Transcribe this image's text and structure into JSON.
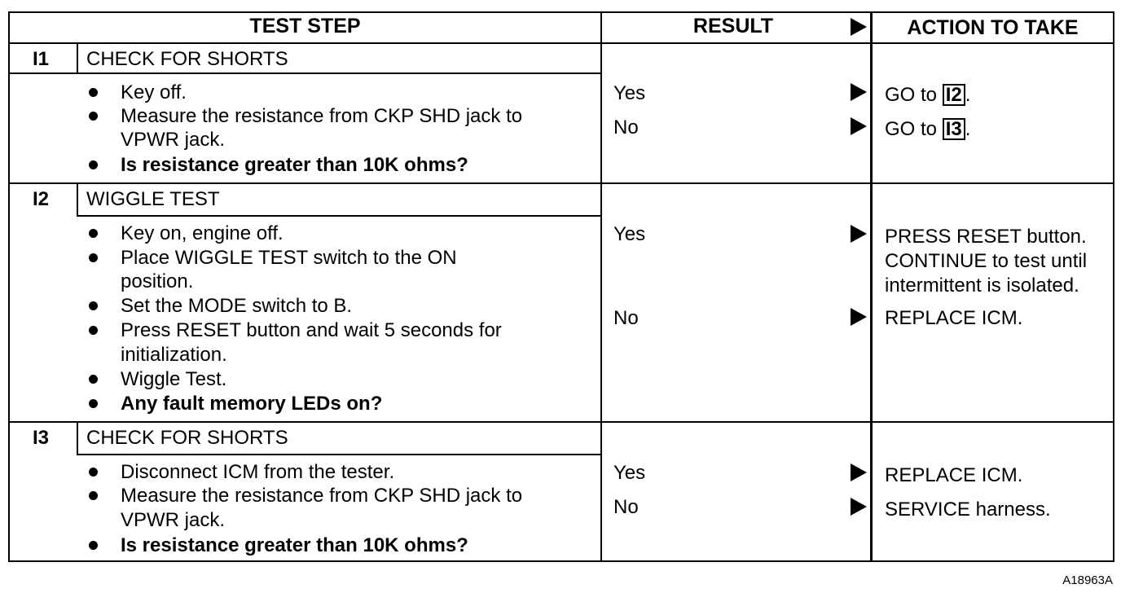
{
  "header": {
    "test_step": "TEST STEP",
    "result": "RESULT",
    "action": "ACTION TO TAKE"
  },
  "steps": [
    {
      "id": "I1",
      "title": "CHECK FOR SHORTS",
      "bullets": [
        "Key off.",
        "Measure the resistance from CKP SHD jack to",
        "VPWR jack.",
        "Is resistance greater than 10K ohms?"
      ],
      "results": [
        "Yes",
        "No"
      ],
      "actions": [
        {
          "prefix": "GO to ",
          "ref": "I2",
          "suffix": "."
        },
        {
          "prefix": "GO to ",
          "ref": "I3",
          "suffix": "."
        }
      ]
    },
    {
      "id": "I2",
      "title": "WIGGLE TEST",
      "bullets": [
        "Key on, engine off.",
        "Place WIGGLE TEST switch to the ON",
        "position.",
        "Set the MODE switch to B.",
        "Press RESET button and wait 5 seconds for",
        "initialization.",
        "Wiggle Test.",
        "Any fault memory LEDs on?"
      ],
      "results": [
        "Yes",
        "No"
      ],
      "actions": [
        "PRESS RESET button.",
        "CONTINUE to test until",
        "intermittent is isolated.",
        "REPLACE ICM."
      ]
    },
    {
      "id": "I3",
      "title": "CHECK FOR SHORTS",
      "bullets": [
        "Disconnect ICM from the tester.",
        "Measure the resistance from CKP SHD jack to",
        "VPWR jack.",
        "Is resistance greater than 10K ohms?"
      ],
      "results": [
        "Yes",
        "No"
      ],
      "actions": [
        "REPLACE ICM.",
        "SERVICE harness."
      ]
    }
  ],
  "figure_id": "A18963A"
}
